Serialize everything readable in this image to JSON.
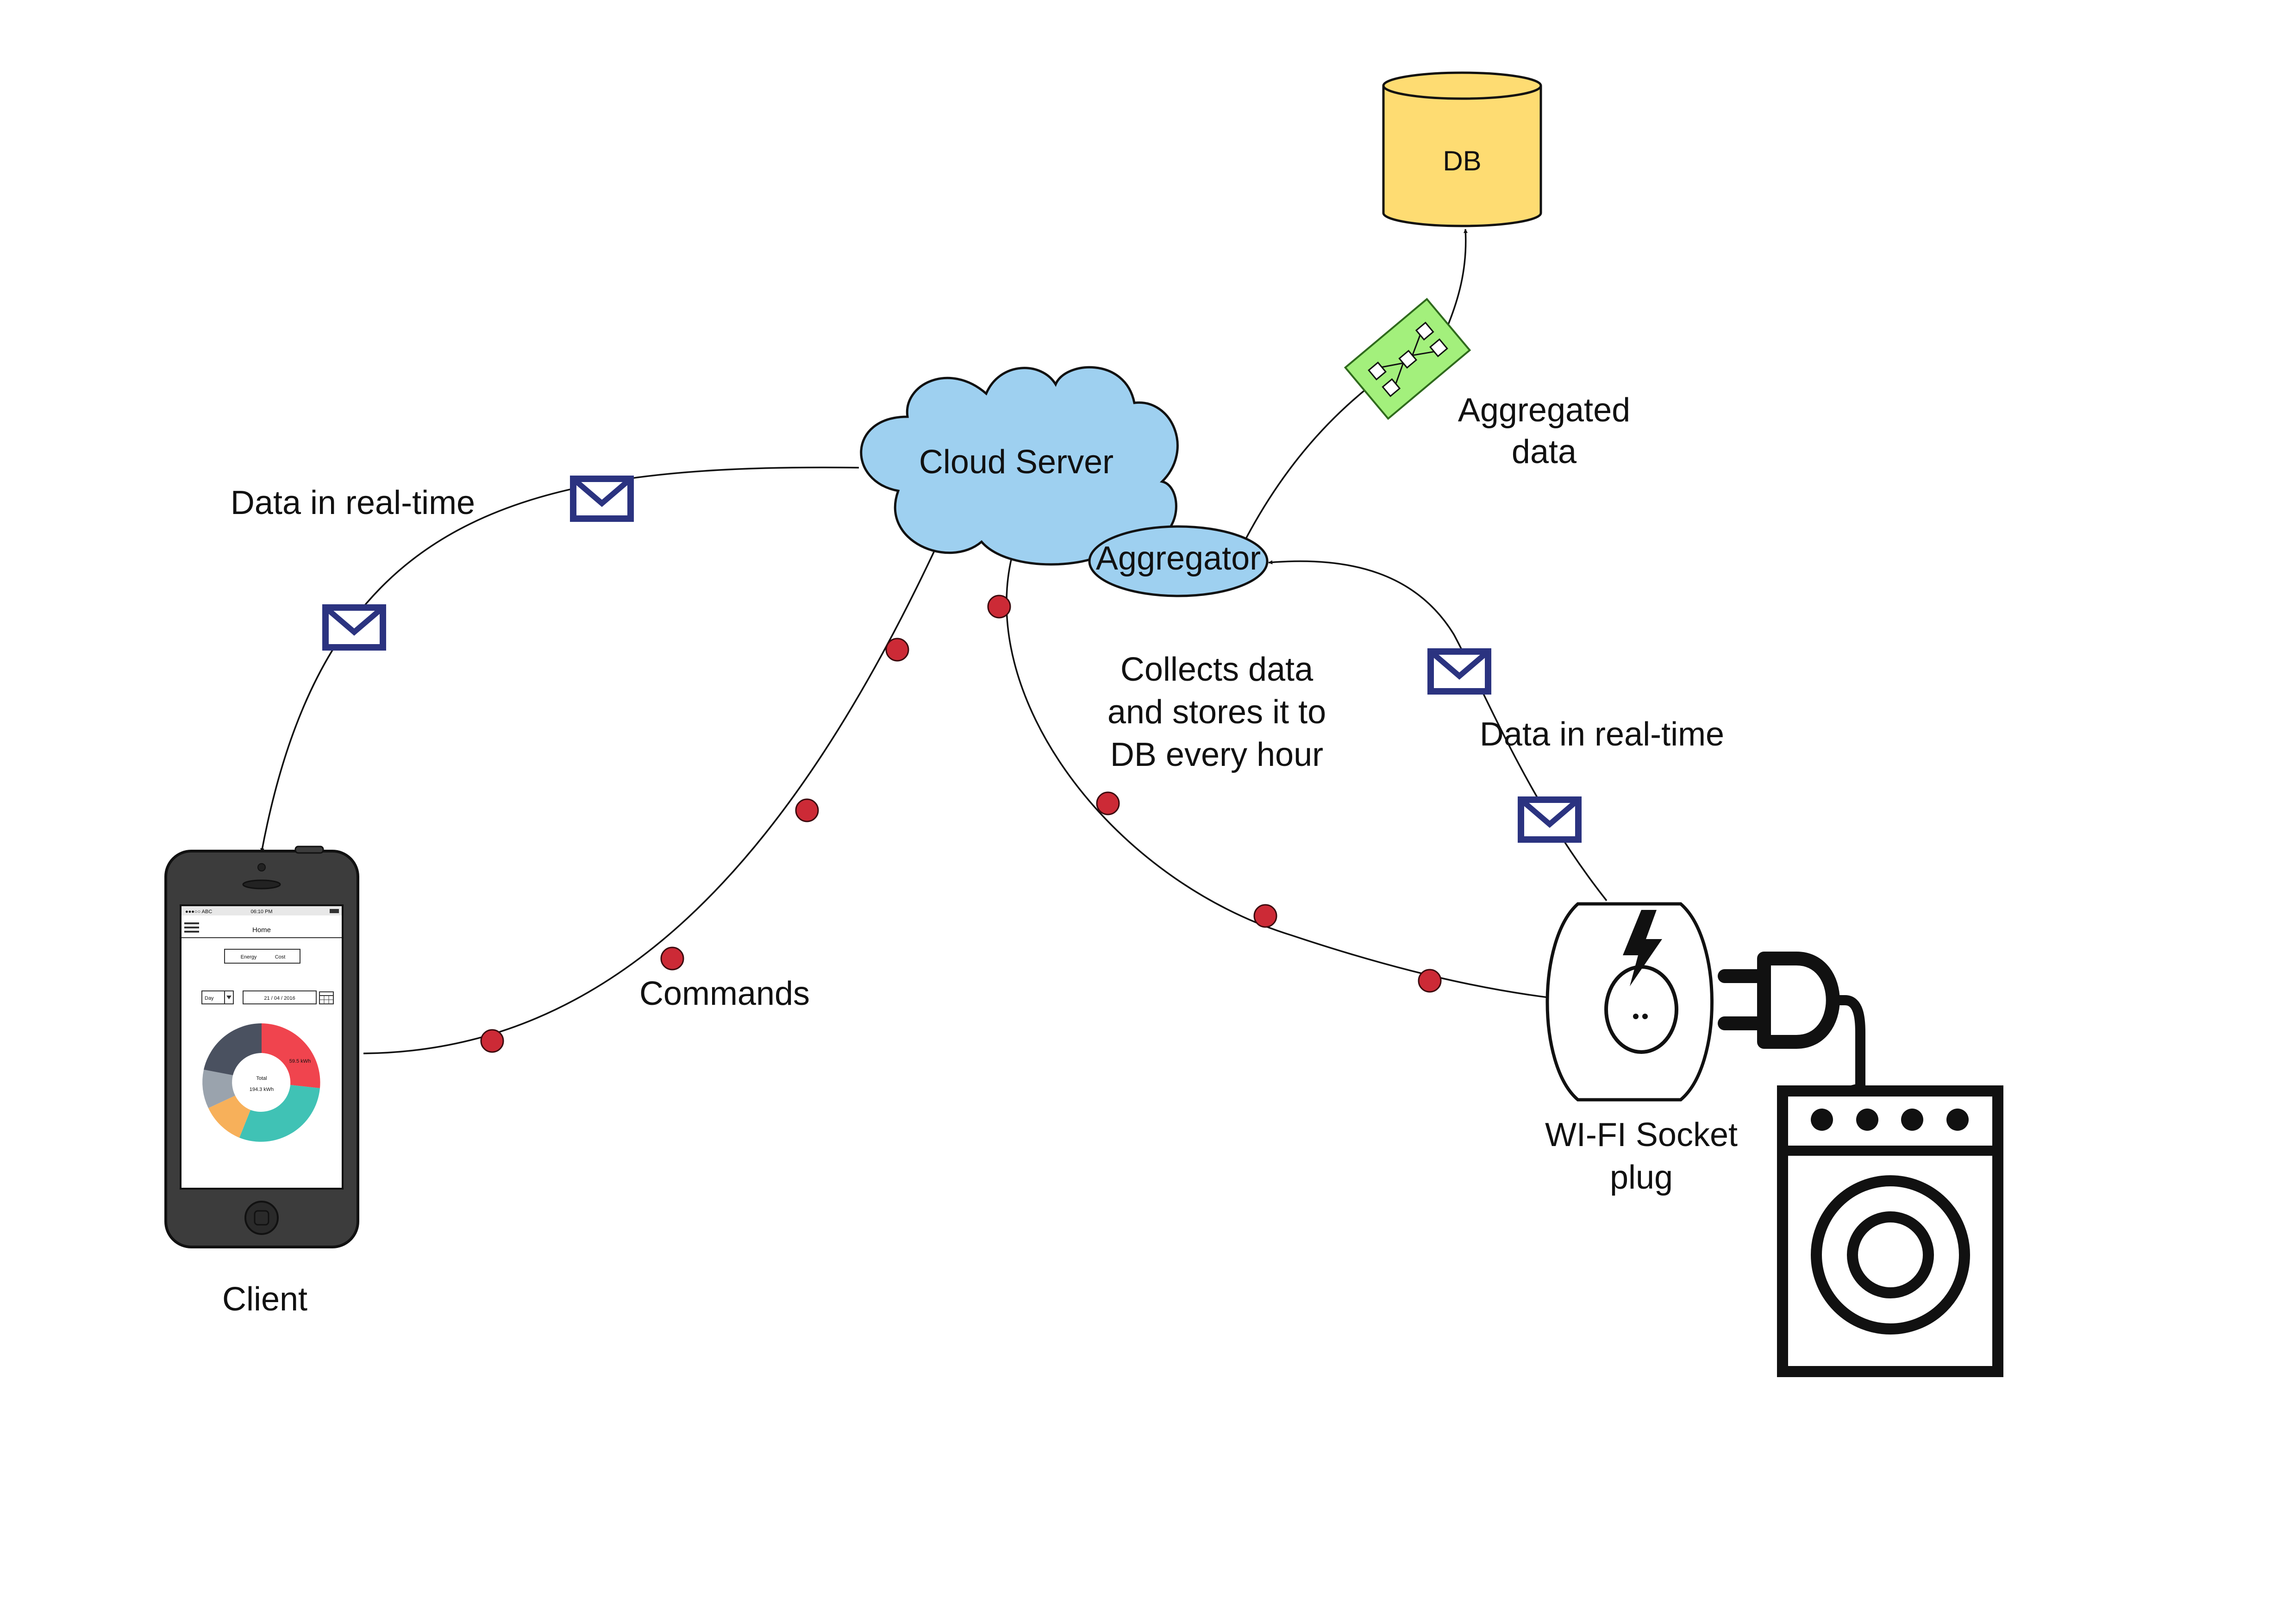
{
  "nodes": {
    "db": "DB",
    "cloud_server": "Cloud Server",
    "aggregator": "Aggregator",
    "aggregated_data": [
      "Aggregated",
      "data"
    ],
    "client": "Client",
    "socket": [
      "WI-FI Socket",
      "plug"
    ]
  },
  "edges": {
    "data_realtime_client": "Data in real-time",
    "data_realtime_socket": "Data in real-time",
    "commands": "Commands",
    "collects": [
      "Collects data",
      "and stores it to",
      "DB every hour"
    ]
  },
  "phone_screen": {
    "carrier": "●●●○○ ABC",
    "time": "06:10 PM",
    "title": "Home",
    "toggle": [
      "Energy",
      "Cost"
    ],
    "period": "Day",
    "date": "21 / 04 / 2016",
    "donut_center_label": "Total",
    "donut_center_value": "194.3 kWh",
    "slice_label": "59.5 kWh"
  },
  "colors": {
    "cloud_fill": "#9ed0f0",
    "db_fill": "#fedc72",
    "aggregated_fill": "#a3f07c",
    "envelope": "#2b3380",
    "dot": "#cc2a36",
    "phone_body": "#3c3c3c",
    "donut": [
      "#f0444e",
      "#40c2b5",
      "#f7b05a",
      "#9aa3ad",
      "#4a5160"
    ]
  },
  "icons": [
    "envelope-icon",
    "lightning-icon",
    "plug-icon",
    "washing-machine-icon",
    "calendar-icon",
    "menu-icon"
  ]
}
